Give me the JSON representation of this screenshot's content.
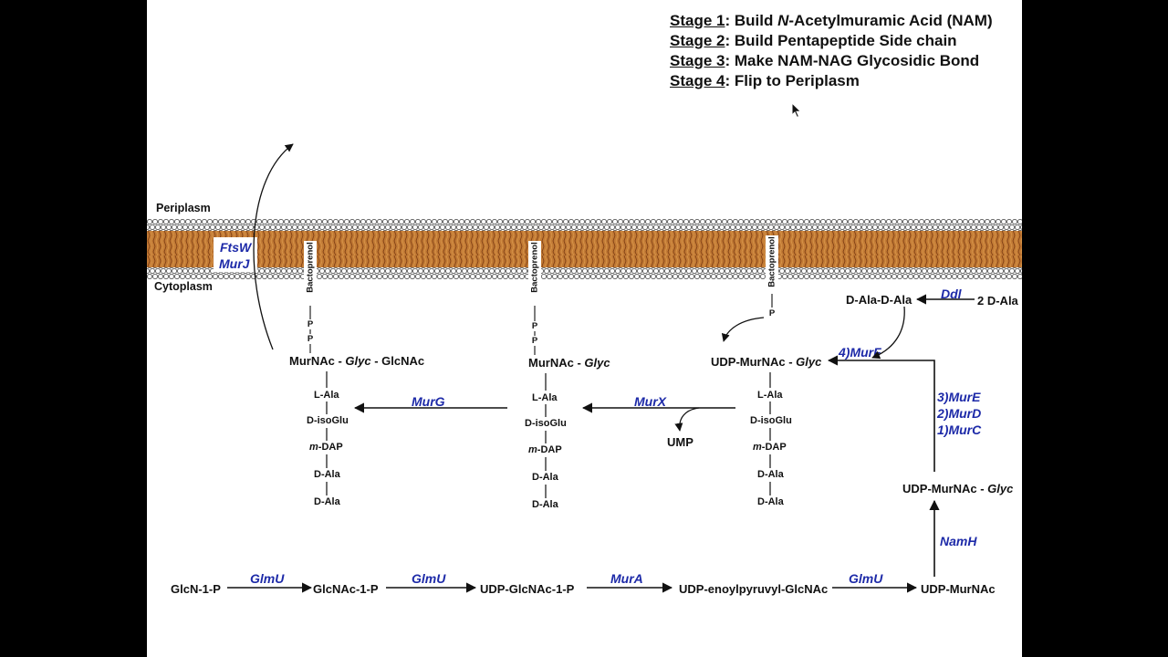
{
  "stages": [
    {
      "label": "Stage 1",
      "text": ": Build ",
      "italic": "N",
      "rest": "-Acetylmuramic Acid (NAM)"
    },
    {
      "label": "Stage 2",
      "text": ": Build Pentapeptide Side chain",
      "italic": "",
      "rest": ""
    },
    {
      "label": "Stage 3",
      "text": ": Make NAM-NAG Glycosidic Bond",
      "italic": "",
      "rest": ""
    },
    {
      "label": "Stage 4",
      "text": ": Flip to Periplasm",
      "italic": "",
      "rest": ""
    }
  ],
  "membrane": {
    "top_label": "Periplasm",
    "bottom_label": "Cytoplasm",
    "lipid_carrier": "Bactoprenol"
  },
  "flippases": [
    "FtsW",
    "MurJ"
  ],
  "bottom_pathway": {
    "compounds": [
      "GlcN-1-P",
      "GlcNAc-1-P",
      "UDP-GlcNAc-1-P",
      "UDP-enoylpyruvyl-GlcNAc",
      "UDP-MurNAc"
    ],
    "enzymes": [
      "GlmU",
      "GlmU",
      "MurA",
      "GlmU"
    ]
  },
  "right_pathway": {
    "namh_enzyme": "NamH",
    "udp_murnac_glyc": {
      "prefix": "UDP-MurNAc - ",
      "suffix": "Glyc"
    },
    "mur_cde": [
      "3)MurE",
      "2)MurD",
      "1)MurC"
    ],
    "murf": "4)MurF",
    "ddl_product": "D-Ala-D-Ala",
    "ddl_enzyme": "Ddl",
    "ddl_substrate": "2 D-Ala"
  },
  "lipid_intermediates": {
    "udp_glyc": {
      "prefix": "UDP-MurNAc - ",
      "suffix": "Glyc"
    },
    "murx": "MurX",
    "ump": "UMP",
    "lipid1": {
      "prefix": "MurNAc - ",
      "suffix": "Glyc"
    },
    "murg": "MurG",
    "lipid2": {
      "prefix": "MurNAc - ",
      "mid": "Glyc",
      "suffix": " - GlcNAc"
    },
    "phosphate": "P"
  },
  "pentapeptide": [
    "L-Ala",
    "D-isoGlu",
    "m",
    "-DAP",
    "D-Ala",
    "D-Ala"
  ],
  "colors": {
    "enzyme": "#1d2aa8",
    "lipid_tail": "#b56a2a",
    "head_group": "#ffffff"
  }
}
